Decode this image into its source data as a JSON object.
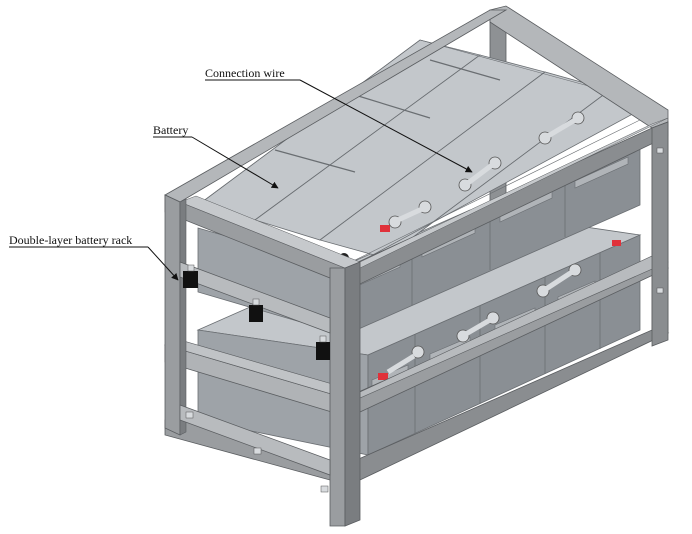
{
  "labels": {
    "connection_wire": "Connection wire",
    "battery": "Battery",
    "rack": "Double-layer battery rack"
  },
  "colors": {
    "frame_top": "#b4b7ba",
    "frame_front": "#8e9194",
    "frame_side": "#7a7d80",
    "battery_top": "#c3c7cb",
    "battery_front": "#9ea3a8",
    "battery_side": "#8a8f94",
    "terminal_red": "#e0313a",
    "terminal_black": "#222222",
    "bracket": "#111111",
    "outline": "#5a5d60"
  },
  "icons": [
    "terminal-icon",
    "bracket-icon",
    "bolt-icon"
  ]
}
